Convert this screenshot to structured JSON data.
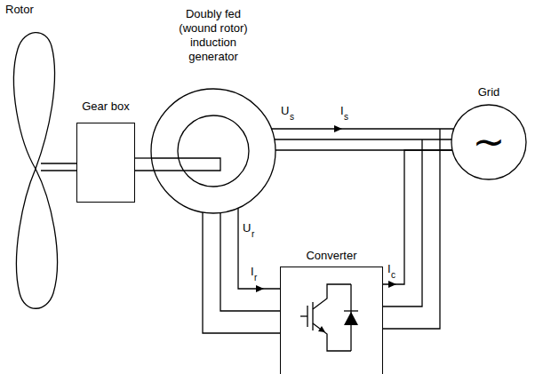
{
  "diagram": {
    "nodes": [
      {
        "text": [
          "Gear box"
        ]
      },
      {
        "text": [
          "Doubly fed (wound rotor) induction generator"
        ]
      },
      {
        "text": [
          "Grid",
          "~"
        ]
      },
      {
        "text": [
          "Converter"
        ]
      }
    ],
    "edges": [
      {
        "from": 0,
        "to": 1,
        "arrow": "none"
      },
      {
        "from": 1,
        "to": 2,
        "arrow": "to"
      },
      {
        "from": 1,
        "to": 3,
        "arrow": "to"
      },
      {
        "from": 3,
        "to": 2,
        "arrow": "to"
      }
    ],
    "labels": [
      "Rotor",
      "U",
      "s",
      "I",
      "s",
      "U",
      "r",
      "I",
      "r",
      "I",
      "c"
    ]
  }
}
